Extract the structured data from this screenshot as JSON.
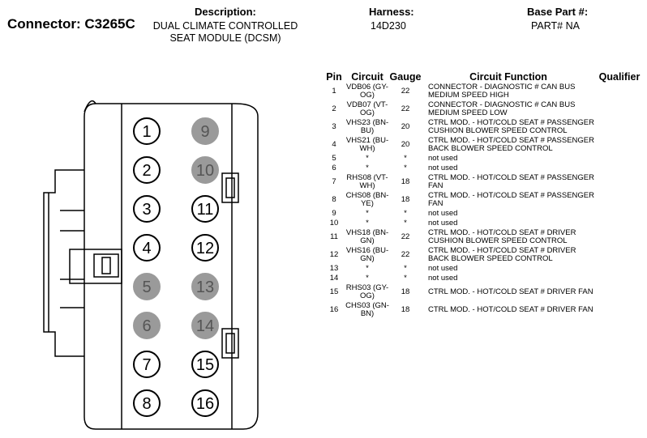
{
  "header": {
    "connector_label": "Connector:",
    "connector_id": "C3265C",
    "description_label": "Description:",
    "description_lines": [
      "DUAL CLIMATE CONTROLLED",
      "SEAT MODULE (DCSM)"
    ],
    "harness_label": "Harness:",
    "harness_value": "14D230",
    "base_part_label": "Base Part #:",
    "base_part_value": "PART# NA"
  },
  "table": {
    "headers": [
      "Pin",
      "Circuit",
      "Gauge",
      "Circuit Function",
      "Qualifier"
    ],
    "rows": [
      {
        "pin": "1",
        "circuit": "VDB06 (GY-OG)",
        "gauge": "22",
        "function": "CONNECTOR - DIAGNOSTIC # CAN BUS MEDIUM SPEED HIGH",
        "qualifier": ""
      },
      {
        "pin": "2",
        "circuit": "VDB07 (VT-OG)",
        "gauge": "22",
        "function": "CONNECTOR - DIAGNOSTIC # CAN BUS MEDIUM SPEED LOW",
        "qualifier": ""
      },
      {
        "pin": "3",
        "circuit": "VHS23 (BN-BU)",
        "gauge": "20",
        "function": "CTRL MOD. - HOT/COLD SEAT # PASSENGER CUSHION BLOWER SPEED CONTROL",
        "qualifier": ""
      },
      {
        "pin": "4",
        "circuit": "VHS21 (BU-WH)",
        "gauge": "20",
        "function": "CTRL MOD. - HOT/COLD SEAT # PASSENGER BACK BLOWER SPEED CONTROL",
        "qualifier": ""
      },
      {
        "pin": "5",
        "circuit": "*",
        "gauge": "*",
        "function": "not used",
        "qualifier": ""
      },
      {
        "pin": "6",
        "circuit": "*",
        "gauge": "*",
        "function": "not used",
        "qualifier": ""
      },
      {
        "pin": "7",
        "circuit": "RHS08 (VT-WH)",
        "gauge": "18",
        "function": "CTRL MOD. - HOT/COLD SEAT # PASSENGER FAN",
        "qualifier": ""
      },
      {
        "pin": "8",
        "circuit": "CHS08 (BN-YE)",
        "gauge": "18",
        "function": "CTRL MOD. - HOT/COLD SEAT # PASSENGER FAN",
        "qualifier": ""
      },
      {
        "pin": "9",
        "circuit": "*",
        "gauge": "*",
        "function": "not used",
        "qualifier": ""
      },
      {
        "pin": "10",
        "circuit": "*",
        "gauge": "*",
        "function": "not used",
        "qualifier": ""
      },
      {
        "pin": "11",
        "circuit": "VHS18 (BN-GN)",
        "gauge": "22",
        "function": "CTRL MOD. - HOT/COLD SEAT # DRIVER CUSHION BLOWER SPEED CONTROL",
        "qualifier": ""
      },
      {
        "pin": "12",
        "circuit": "VHS16 (BU-GN)",
        "gauge": "22",
        "function": "CTRL MOD. - HOT/COLD SEAT # DRIVER BACK BLOWER SPEED CONTROL",
        "qualifier": ""
      },
      {
        "pin": "13",
        "circuit": "*",
        "gauge": "*",
        "function": "not used",
        "qualifier": ""
      },
      {
        "pin": "14",
        "circuit": "*",
        "gauge": "*",
        "function": "not used",
        "qualifier": ""
      },
      {
        "pin": "15",
        "circuit": "RHS03 (GY-OG)",
        "gauge": "18",
        "function": "CTRL MOD. - HOT/COLD SEAT # DRIVER FAN",
        "qualifier": ""
      },
      {
        "pin": "16",
        "circuit": "CHS03 (GN-BN)",
        "gauge": "18",
        "function": "CTRL MOD. - HOT/COLD SEAT # DRIVER FAN",
        "qualifier": ""
      }
    ]
  },
  "connector_pins": [
    {
      "num": "1",
      "used": true
    },
    {
      "num": "9",
      "used": false
    },
    {
      "num": "2",
      "used": true
    },
    {
      "num": "10",
      "used": false
    },
    {
      "num": "3",
      "used": true
    },
    {
      "num": "11",
      "used": true
    },
    {
      "num": "4",
      "used": true
    },
    {
      "num": "12",
      "used": true
    },
    {
      "num": "5",
      "used": false
    },
    {
      "num": "13",
      "used": false
    },
    {
      "num": "6",
      "used": false
    },
    {
      "num": "14",
      "used": false
    },
    {
      "num": "7",
      "used": true
    },
    {
      "num": "15",
      "used": true
    },
    {
      "num": "8",
      "used": true
    },
    {
      "num": "16",
      "used": true
    }
  ],
  "colors": {
    "unused_pin": "#9a9a9a",
    "outline": "#000000"
  }
}
